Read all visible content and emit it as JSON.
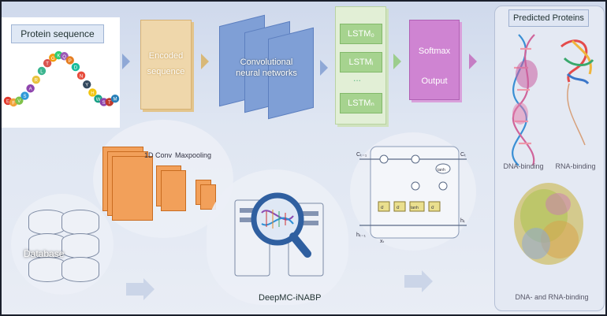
{
  "protein_sequence": {
    "title": "Protein sequence",
    "residues": [
      {
        "letter": "E",
        "color": "#e23b2e"
      },
      {
        "letter": "F",
        "color": "#f2a23a"
      },
      {
        "letter": "V",
        "color": "#7fc24a"
      },
      {
        "letter": "S",
        "color": "#2f9ad8"
      },
      {
        "letter": "A",
        "color": "#8e44ad"
      },
      {
        "letter": "R",
        "color": "#e8c23a"
      },
      {
        "letter": "L",
        "color": "#3bb58f"
      },
      {
        "letter": "T",
        "color": "#d9534f"
      },
      {
        "letter": "G",
        "color": "#f39c12"
      },
      {
        "letter": "K",
        "color": "#2ecc71"
      },
      {
        "letter": "Q",
        "color": "#9b59b6"
      },
      {
        "letter": "P",
        "color": "#e67e22"
      },
      {
        "letter": "D",
        "color": "#1abc9c"
      },
      {
        "letter": "N",
        "color": "#e74c3c"
      },
      {
        "letter": "Y",
        "color": "#34495e"
      },
      {
        "letter": "H",
        "color": "#f1c40f"
      },
      {
        "letter": "W",
        "color": "#16a085"
      },
      {
        "letter": "S",
        "color": "#8e44ad"
      },
      {
        "letter": "T",
        "color": "#c0392b"
      },
      {
        "letter": "M",
        "color": "#2980b9"
      }
    ]
  },
  "encoded": {
    "line1": "Encoded",
    "line2": "sequence"
  },
  "cnn": {
    "line1": "Convolutional",
    "line2": "neural networks"
  },
  "lstm": {
    "cells": [
      "LSTM₀",
      "LSTMᵢ",
      "LSTMₙ"
    ],
    "dots": "..."
  },
  "softmax": {
    "line1": "Softmax",
    "line2": "Output"
  },
  "predicted": {
    "title": "Predicted Proteins",
    "labels": [
      "DNA-binding",
      "RNA-binding",
      "DNA- and RNA-binding"
    ]
  },
  "conv_detail": {
    "conv_label": "1D Conv",
    "pool_label": "Maxpooling"
  },
  "database": {
    "label": "Database"
  },
  "tool": {
    "label": "DeepMC-iNABP"
  },
  "lstm_gate": {
    "c_prev": "Cₜ₋₁",
    "h_prev": "hₜ₋₁",
    "c_out": "Cₜ",
    "h_out": "hₜ",
    "x_in": "xₜ",
    "tanh": "tanh",
    "gate_symbols": [
      "σ",
      "σ",
      "tanh",
      "σ"
    ]
  },
  "colors": {
    "encoded": "#efd7ab",
    "cnn": "#7f9fd6",
    "lstm": "#a6d38f",
    "softmax": "#cf84d2",
    "feature_map": "#f2a05a"
  }
}
